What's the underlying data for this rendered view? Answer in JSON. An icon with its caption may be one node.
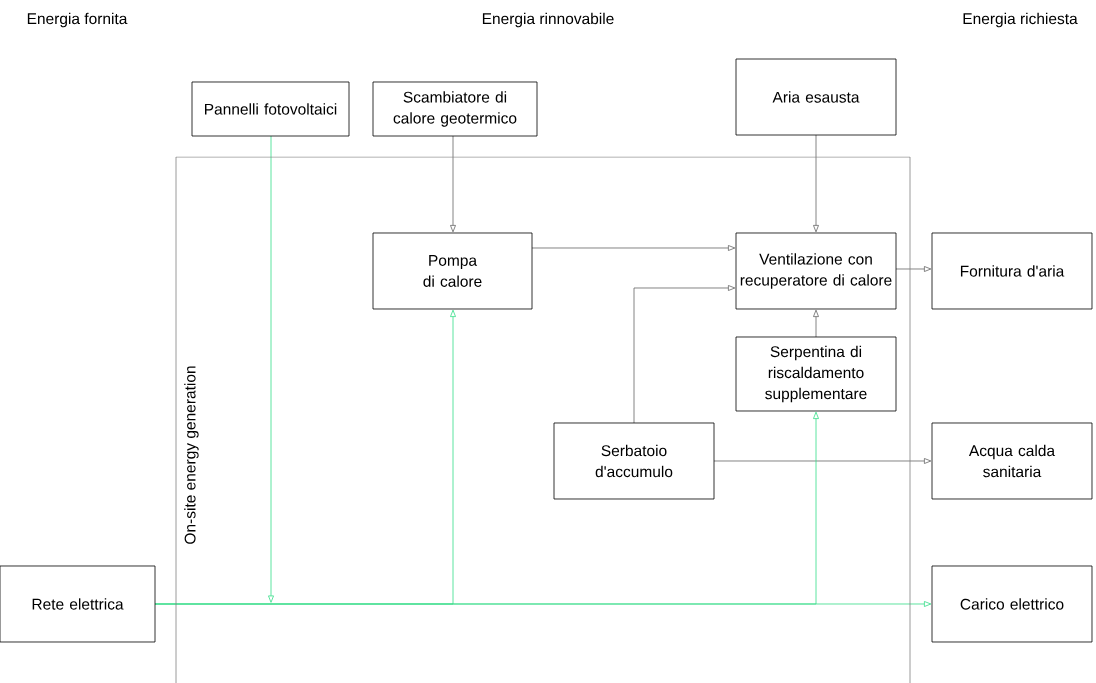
{
  "diagram": {
    "nodes": [
      {
        "text": [
          "Pannelli fotovoltaici"
        ]
      },
      {
        "text": [
          "Scambiatore di calore geotermico"
        ]
      },
      {
        "text": [
          "Aria esausta"
        ]
      },
      {
        "text": [
          "On-site energy generation"
        ]
      },
      {
        "text": [
          "Pompa di calore"
        ],
        "in": 3
      },
      {
        "text": [
          "Ventilazione con recuperatore di calore"
        ],
        "in": 3
      },
      {
        "text": [
          "Fornitura d'aria"
        ]
      },
      {
        "text": [
          "Serpentina di riscaldamento supplementare"
        ],
        "in": 3
      },
      {
        "text": [
          "Serbatoio d'accumulo"
        ],
        "in": 3
      },
      {
        "text": [
          "Acqua calda sanitaria"
        ]
      },
      {
        "text": [
          "Rete elettrica"
        ]
      },
      {
        "text": [
          "Carico elettrico"
        ]
      }
    ],
    "edges": [
      {
        "from": 1,
        "to": 4,
        "arrow": "to"
      },
      {
        "from": 2,
        "to": 5,
        "arrow": "to"
      },
      {
        "from": 4,
        "to": 5,
        "arrow": "to"
      },
      {
        "from": 8,
        "to": 5,
        "arrow": "to"
      },
      {
        "from": 7,
        "to": 5,
        "arrow": "to"
      },
      {
        "from": 5,
        "to": 6,
        "arrow": "to"
      },
      {
        "from": 8,
        "to": 9,
        "arrow": "to"
      },
      {
        "from": 10,
        "to": 11,
        "arrow": "to",
        "color": "#33dd88"
      },
      {
        "from": 10,
        "to": 4,
        "arrow": "to",
        "color": "#33dd88"
      },
      {
        "from": 10,
        "to": 7,
        "arrow": "to",
        "color": "#33dd88"
      },
      {
        "from": 0,
        "to": null,
        "arrow": "to",
        "color": "#33dd88"
      }
    ],
    "labels": [
      "Energia fornita",
      "Energia rinnovabile",
      "Energia richiesta"
    ]
  }
}
